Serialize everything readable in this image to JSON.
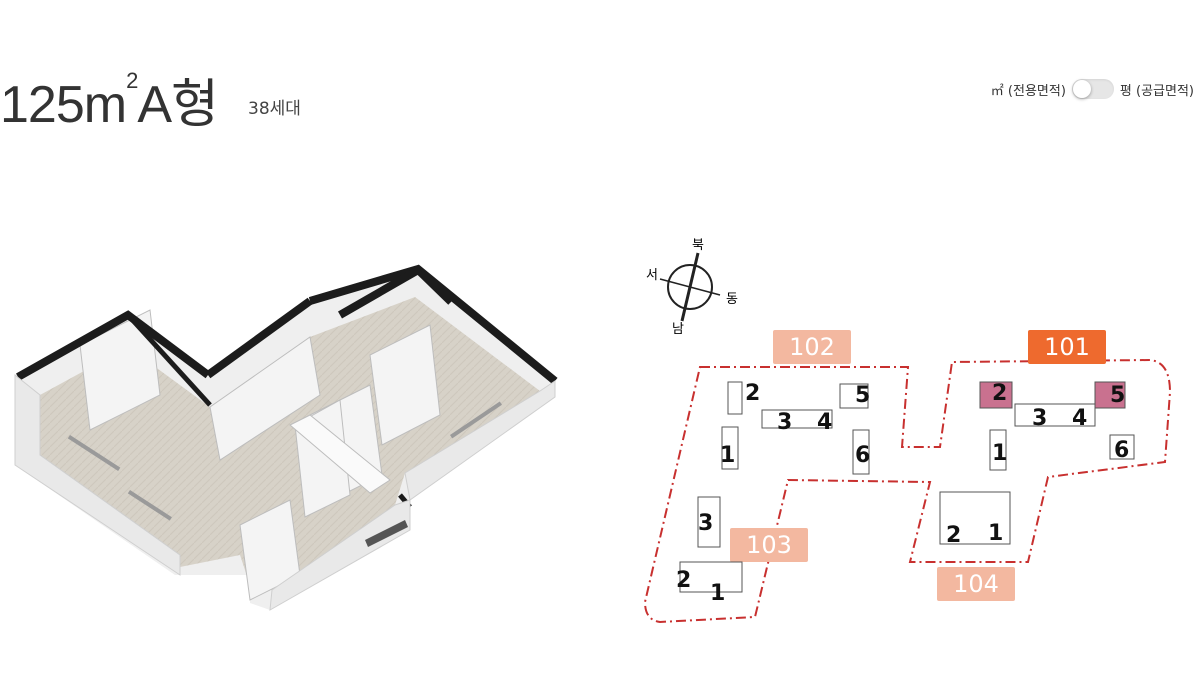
{
  "header": {
    "title_main": "125m",
    "title_sup": "2",
    "title_type": "A형",
    "units_count": "38세대"
  },
  "unit_toggle": {
    "left_label": "㎡ (전용면적)",
    "right_label": "평 (공급면적)",
    "state": "left"
  },
  "compass": {
    "north": "북",
    "south": "남",
    "east": "동",
    "west": "서"
  },
  "site_map": {
    "towers": [
      {
        "label": "102",
        "style": "light"
      },
      {
        "label": "101",
        "style": "highlight"
      },
      {
        "label": "103",
        "style": "light"
      },
      {
        "label": "104",
        "style": "light"
      }
    ],
    "buildings": {
      "b101": [
        "2",
        "5",
        "3",
        "4",
        "1",
        "6"
      ],
      "b102": [
        "2",
        "5",
        "3",
        "4",
        "1",
        "6"
      ],
      "b103": [
        "3",
        "2",
        "1"
      ],
      "b104": [
        "2",
        "1"
      ]
    },
    "colors": {
      "highlight": "#ee6a2e",
      "light": "#f3b8a0",
      "boundary": "#c8302f",
      "selected_line": "#c9718f"
    }
  }
}
